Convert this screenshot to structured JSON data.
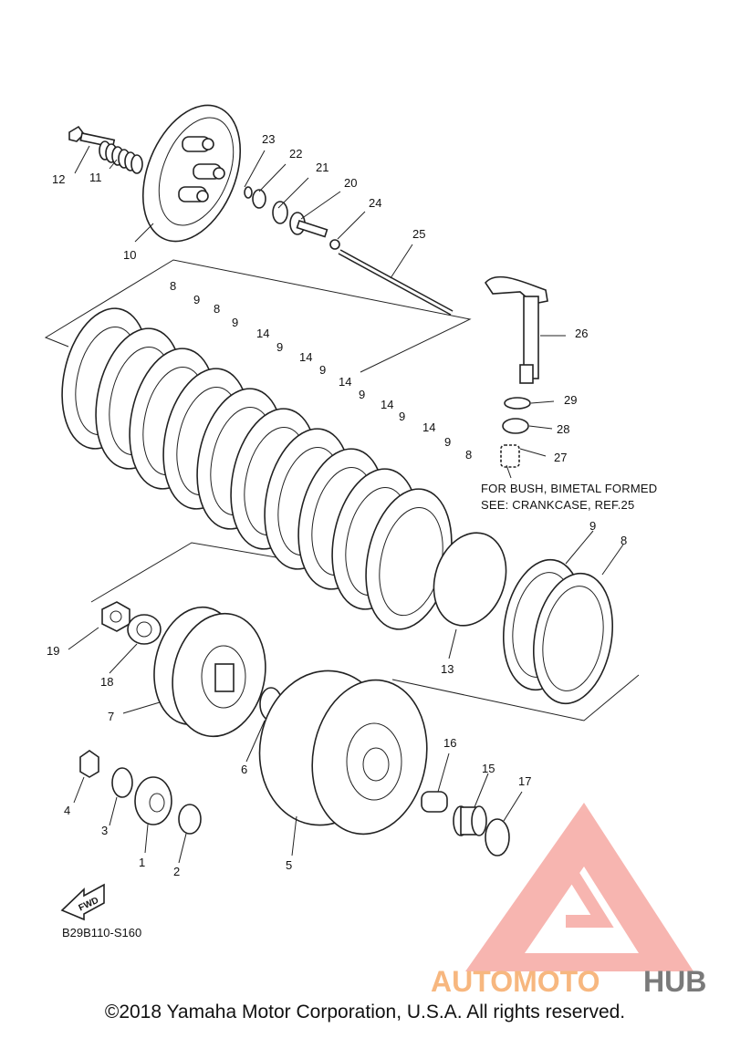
{
  "diagram": {
    "callouts": [
      {
        "n": "1"
      },
      {
        "n": "2"
      },
      {
        "n": "3"
      },
      {
        "n": "4"
      },
      {
        "n": "5"
      },
      {
        "n": "6"
      },
      {
        "n": "7"
      },
      {
        "n": "8"
      },
      {
        "n": "9"
      },
      {
        "n": "10"
      },
      {
        "n": "11"
      },
      {
        "n": "12"
      },
      {
        "n": "13"
      },
      {
        "n": "14"
      },
      {
        "n": "15"
      },
      {
        "n": "16"
      },
      {
        "n": "17"
      },
      {
        "n": "18"
      },
      {
        "n": "19"
      },
      {
        "n": "20"
      },
      {
        "n": "21"
      },
      {
        "n": "22"
      },
      {
        "n": "23"
      },
      {
        "n": "24"
      },
      {
        "n": "25"
      },
      {
        "n": "26"
      },
      {
        "n": "27"
      },
      {
        "n": "28"
      },
      {
        "n": "29"
      }
    ],
    "note_line1": "FOR BUSH, BIMETAL FORMED",
    "note_line2": "SEE: CRANKCASE, REF.25",
    "fwd_label": "FWD",
    "figure_code": "B29B110-S160"
  },
  "watermark": {
    "text_part1": "AUTOMOTO",
    "text_part2": "HUB",
    "color_primary": "#f7b77f",
    "color_secondary": "#7a7a7a",
    "color_triangle": "#f6a9a3"
  },
  "copyright": "©2018 Yamaha Motor Corporation, U.S.A. All rights reserved."
}
